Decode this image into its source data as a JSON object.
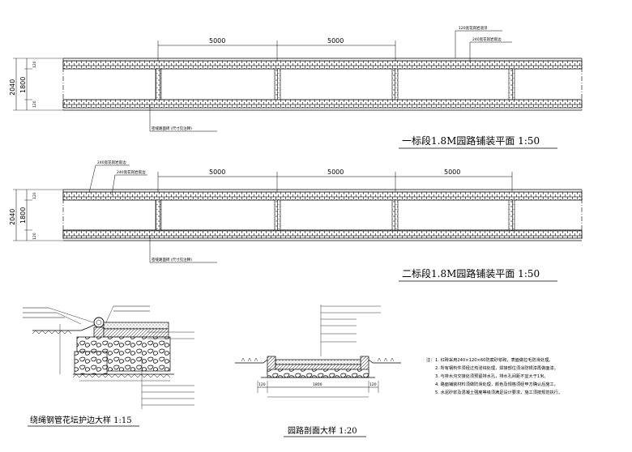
{
  "plan1": {
    "title": "一标段1.8M园路铺装平面   1:50",
    "dim_overall": "2040",
    "dim_inner": "1800",
    "dim_edge_top": "120",
    "dim_edge_bottom": "120",
    "span_a": "5000",
    "span_b": "5000",
    "callout_top1": "120宽花岗岩道牙",
    "callout_top2": "240宽花岗岩嵌边",
    "callout_bottom": "密缝路面砖 (尺寸见注释)"
  },
  "plan2": {
    "title": "二标段1.8M园路铺装平面   1:50",
    "dim_overall": "2040",
    "dim_inner": "1800",
    "dim_edge_top": "120",
    "dim_edge_bottom": "120",
    "span_a": "5000",
    "span_b": "5000",
    "span_c": "5000",
    "callout_top1": "240宽花岗岩嵌边",
    "callout_top2": "240宽花岗岩嵌边",
    "callout_bottom": "密缝路面砖 (尺寸见注释)"
  },
  "detail1": {
    "title": "绕绳钢管花坛护边大样   1:15"
  },
  "detail2": {
    "title": "园路剖面大样   1:20",
    "dim_bottom": "1800",
    "dim_left": "120",
    "dim_right": "120"
  },
  "notes": {
    "label": "注：",
    "lines": [
      "1. 红砖采用240×120×60防腐砂浆砌，表面做拉毛防滑处理。",
      "2. 所有钢构件须经过热浸锌处理，焊接部位须涂防锈漆再做面漆。",
      "3. 与排水沟交接处须预留排水孔，排水孔间距不宜大于1米。",
      "4. 路面铺装材料须做防滑处理，颜色及规格须经甲方确认后施工。",
      "5. 水泥砂浆及混凝土强度等级须满足设计要求，施工须按规范执行。"
    ]
  }
}
